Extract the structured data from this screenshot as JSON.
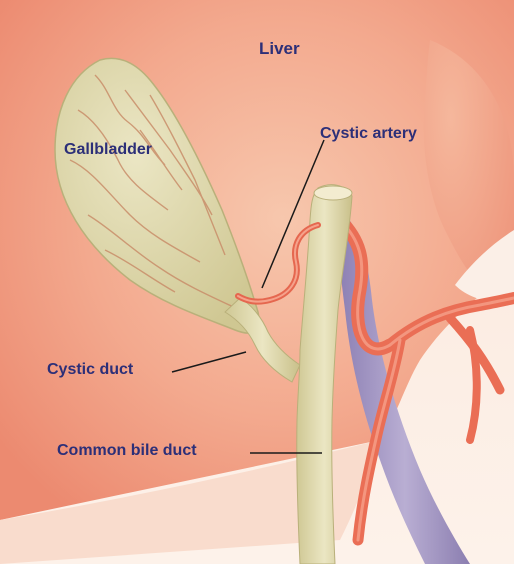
{
  "labels": {
    "liver": "Liver",
    "gallbladder": "Gallbladder",
    "cystic_artery": "Cystic artery",
    "cystic_duct": "Cystic duct",
    "common_bile_duct": "Common bile duct"
  },
  "colors": {
    "label_text": "#2c2f78",
    "liver": "#f2a48a",
    "gallbladder": "#dcd6a6",
    "duct": "#ddd7a8",
    "artery": "#ea6e55",
    "vein": "#a79ac4",
    "leader_line": "#1a1a1a"
  }
}
